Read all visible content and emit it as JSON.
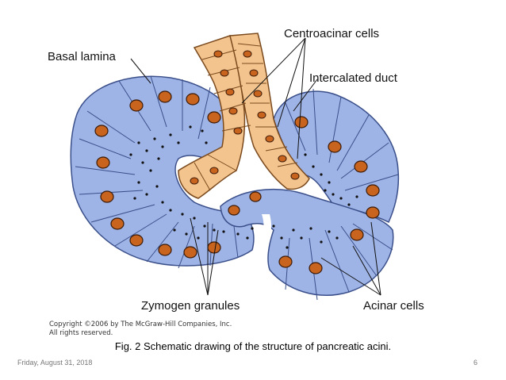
{
  "figure": {
    "labels": {
      "centroacinar": "Centroacinar cells",
      "intercalated": "Intercalated duct",
      "basal": "Basal lamina",
      "zymogen": "Zymogen granules",
      "acinar": "Acinar cells"
    },
    "copyright_line1": "Copyright ©2006 by The McGraw-Hill Companies, Inc.",
    "copyright_line2": "All rights reserved."
  },
  "caption": "Fig. 2 Schematic drawing of the structure of pancreatic acini.",
  "footer": {
    "date": "Friday, August 31, 2018",
    "page": "6"
  },
  "colors": {
    "acinar_fill": "#9fb4e6",
    "acinar_stroke": "#3a4f8a",
    "duct_fill": "#f4c48e",
    "duct_stroke": "#7a4a1e",
    "nucleus": "#c8641e",
    "nucleus_dark": "#3a1a08"
  }
}
